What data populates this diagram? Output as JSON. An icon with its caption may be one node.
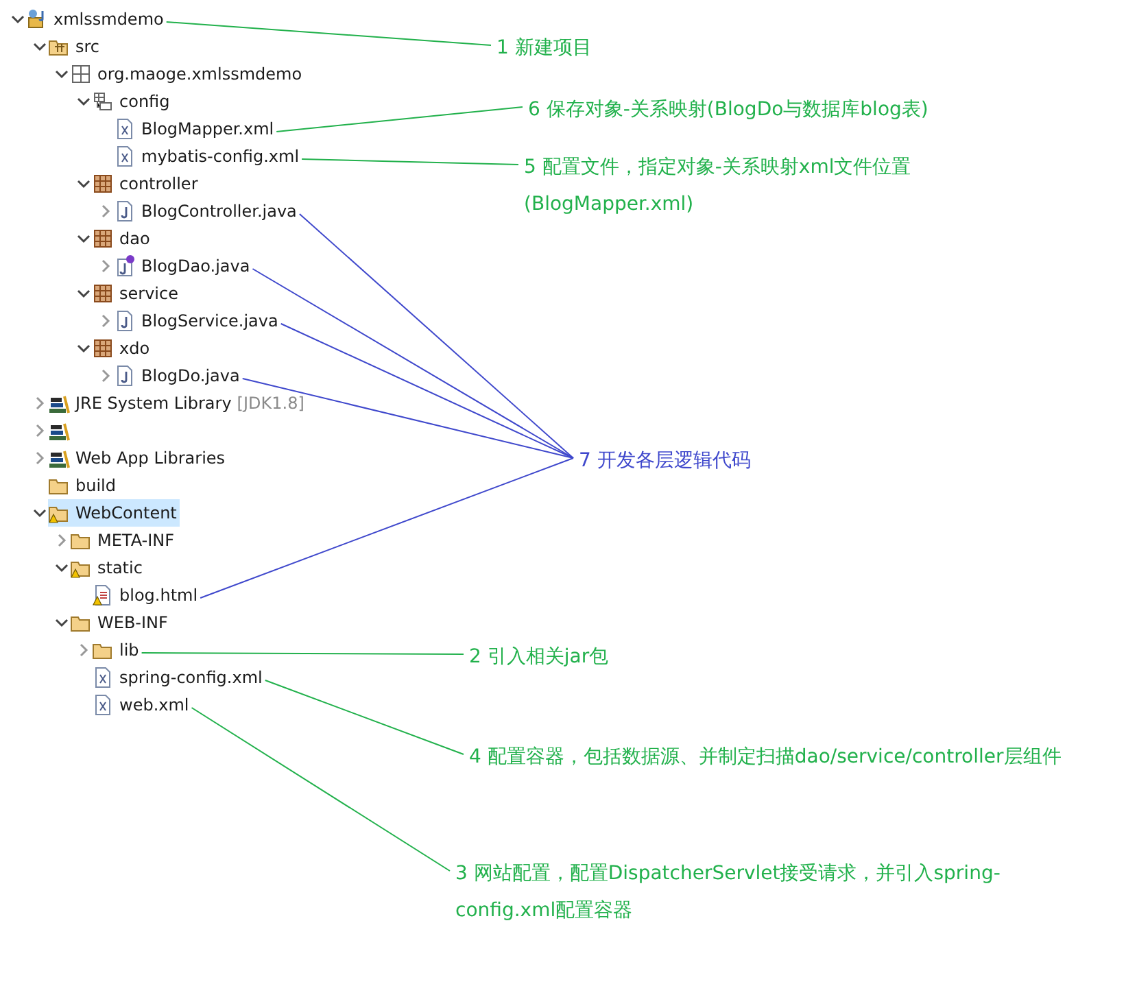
{
  "diagram": {
    "nodes": [
      {
        "text": [
          "xmlssmdemo"
        ]
      },
      {
        "text": [
          "src"
        ]
      },
      {
        "text": [
          "org.maoge.xmlssmdemo"
        ]
      },
      {
        "text": [
          "config"
        ]
      },
      {
        "text": [
          "BlogMapper.xml"
        ]
      },
      {
        "text": [
          "mybatis-config.xml"
        ]
      },
      {
        "text": [
          "controller"
        ]
      },
      {
        "text": [
          "BlogController.java"
        ]
      },
      {
        "text": [
          "dao"
        ]
      },
      {
        "text": [
          "BlogDao.java"
        ]
      },
      {
        "text": [
          "service"
        ]
      },
      {
        "text": [
          "BlogService.java"
        ]
      },
      {
        "text": [
          "xdo"
        ]
      },
      {
        "text": [
          "BlogDo.java"
        ]
      },
      {
        "text": [
          "JRE System Library",
          "[JDK1.8]"
        ]
      },
      {
        "text": [],
        "shape": "picture"
      },
      {
        "text": [
          "Web App Libraries"
        ]
      },
      {
        "text": [
          "build"
        ]
      },
      {
        "text": [
          "WebContent"
        ]
      },
      {
        "text": [
          "META-INF"
        ]
      },
      {
        "text": [
          "static"
        ]
      },
      {
        "text": [
          "blog.html"
        ]
      },
      {
        "text": [
          "WEB-INF"
        ]
      },
      {
        "text": [
          "lib"
        ]
      },
      {
        "text": [
          "spring-config.xml"
        ]
      },
      {
        "text": [
          "web.xml"
        ]
      },
      {
        "text": [
          "1 新建项目"
        ]
      },
      {
        "text": [
          "6 保存对象-关系映射(BlogDo与数据库blog表)"
        ]
      },
      {
        "text": [
          "5 配置文件，指定对象-关系映射xml文件位置(BlogMapper.xml)"
        ]
      },
      {
        "text": [
          "7 开发各层逻辑代码"
        ]
      },
      {
        "text": [
          "2 引入相关jar包"
        ]
      },
      {
        "text": [
          "4 配置容器，包括数据源、并制定扫描dao/service/controller层组件"
        ]
      },
      {
        "text": [
          "3 网站配置，配置DispatcherServlet接受请求，并引入spring-config.xml配置容器"
        ]
      }
    ],
    "edges": [
      {
        "from": 0,
        "to": 26,
        "arrow": "none"
      },
      {
        "from": 4,
        "to": 27,
        "arrow": "none"
      },
      {
        "from": 5,
        "to": 28,
        "arrow": "none"
      },
      {
        "from": 7,
        "to": 29,
        "arrow": "none",
        "color": "#3f48cc"
      },
      {
        "from": 9,
        "to": 29,
        "arrow": "none",
        "color": "#3f48cc"
      },
      {
        "from": 11,
        "to": 29,
        "arrow": "none",
        "color": "#3f48cc"
      },
      {
        "from": 13,
        "to": 29,
        "arrow": "none",
        "color": "#3f48cc"
      },
      {
        "from": 21,
        "to": 29,
        "arrow": "none",
        "color": "#3f48cc"
      },
      {
        "from": 23,
        "to": 30,
        "arrow": "none"
      },
      {
        "from": 24,
        "to": 31,
        "arrow": "none"
      },
      {
        "from": 25,
        "to": 32,
        "arrow": "none"
      }
    ]
  }
}
